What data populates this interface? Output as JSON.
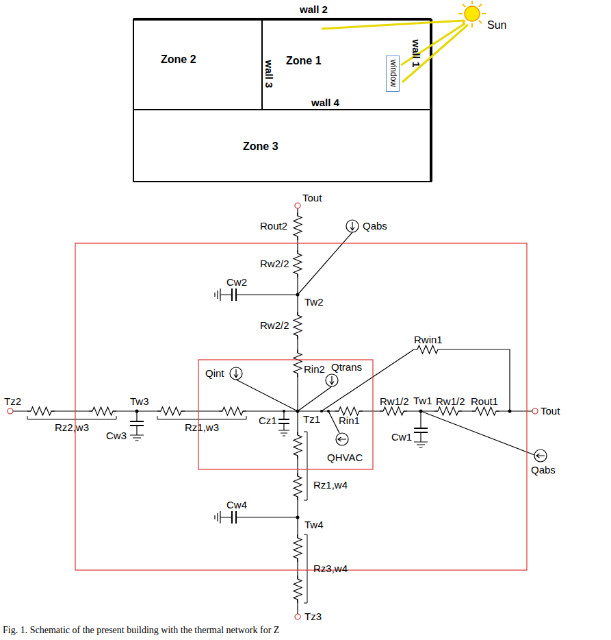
{
  "diagram": {
    "caption": "Fig. 1. Schematic of the present building with the thermal network for Z",
    "nodes": [
      {
        "text": [
          "Zone 2"
        ]
      },
      {
        "text": [
          "Zone 1"
        ]
      },
      {
        "text": [
          "window"
        ],
        "in": 1
      },
      {
        "text": [
          "Zone 3"
        ]
      }
    ],
    "labels": [
      "Sun",
      "wall 2",
      "wall 1",
      "wall 3",
      "wall 4",
      "Tout",
      "Rout2",
      "Qabs",
      "Rw2/2",
      "Cw2",
      "Tw2",
      "Rw2/2",
      "Rin2",
      "Qint",
      "Qtrans",
      "Rwin1",
      "Tz2",
      "Rz2,w3",
      "Tw3",
      "Cw3",
      "Rz1,w3",
      "Tz1",
      "Cz1",
      "Rin1",
      "Rw1/2",
      "Tw1",
      "Rw1/2",
      "Rout1",
      "Tout",
      "Qabs",
      "QHVAC",
      "Rz1,w4",
      "Cw4",
      "Tw4",
      "Rz3,w4",
      "Tz3",
      "Cw1"
    ]
  }
}
